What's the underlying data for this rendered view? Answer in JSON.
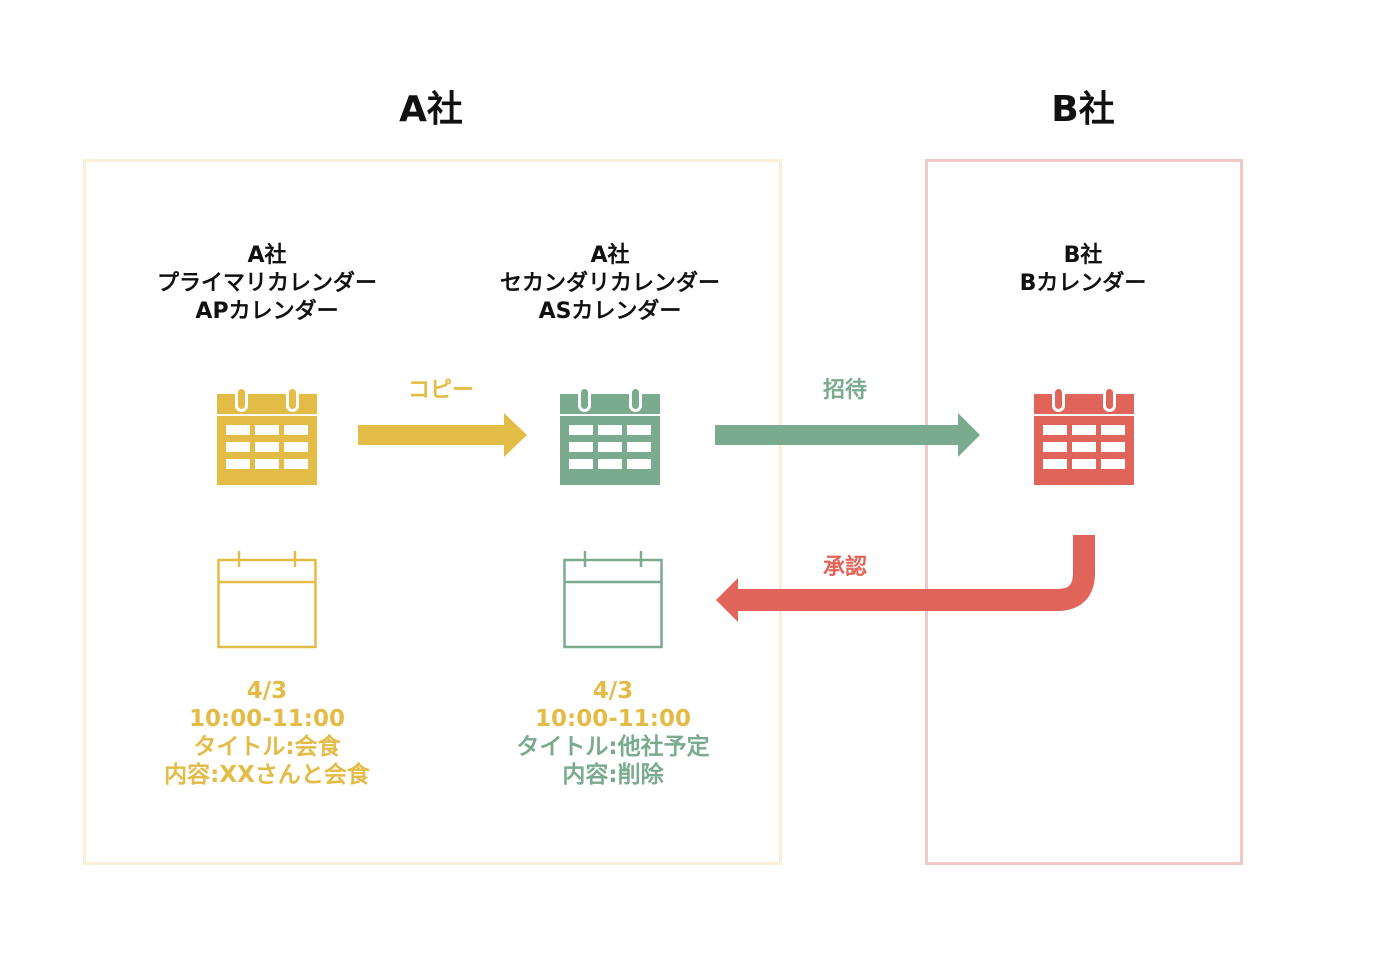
{
  "company_a": {
    "title": "A社"
  },
  "company_b": {
    "title": "B社"
  },
  "calendars": {
    "ap": {
      "lines": [
        "A社",
        "プライマリカレンダー",
        "APカレンダー"
      ],
      "color": "#e3bb47"
    },
    "as": {
      "lines": [
        "A社",
        "セカンダリカレンダー",
        "ASカレンダー"
      ],
      "color": "#7aab8f"
    },
    "b": {
      "lines": [
        "B社",
        "Bカレンダー"
      ],
      "color": "#e0645a"
    }
  },
  "arrows": {
    "copy": {
      "label": "コピー",
      "color": "#e3bb47"
    },
    "invite": {
      "label": "招待",
      "color": "#7aab8f"
    },
    "approve": {
      "label": "承認",
      "color": "#e0645a"
    }
  },
  "events": {
    "ap": {
      "date": "4/3",
      "time": "10:00-11:00",
      "title": "タイトル:会食",
      "content": "内容:XXさんと会食",
      "title_color": "#e3bb47",
      "content_color": "#e3bb47"
    },
    "as": {
      "date": "4/3",
      "time": "10:00-11:00",
      "title": "タイトル:他社予定",
      "content": "内容:削除",
      "title_color": "#7aab8f",
      "content_color": "#7aab8f"
    }
  },
  "panel_colors": {
    "a_border": "#fbf0d6",
    "b_border": "#f0c9c7"
  }
}
